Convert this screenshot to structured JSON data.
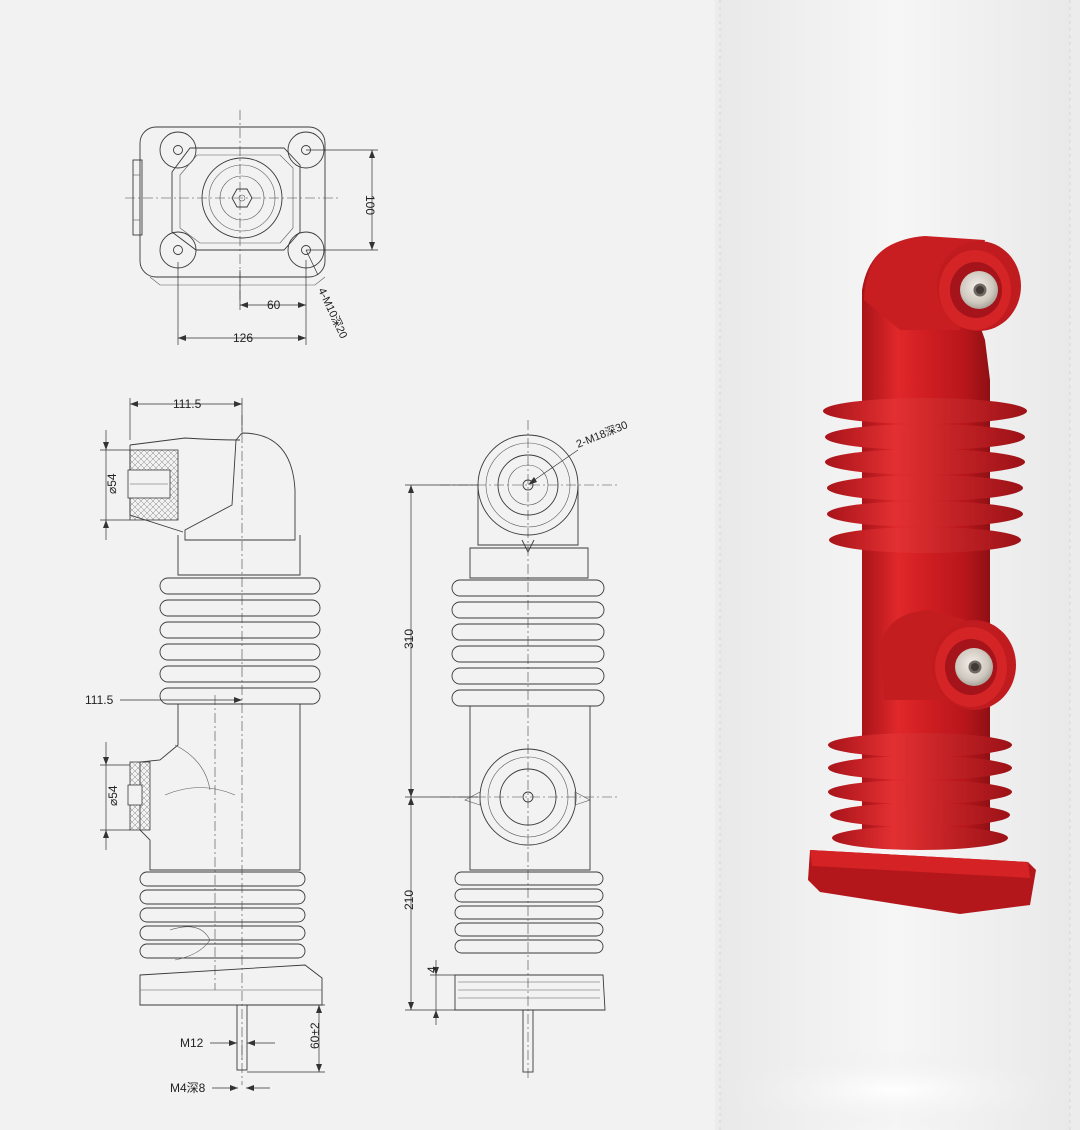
{
  "labels": {
    "top_100": "100",
    "top_60": "60",
    "top_126": "126",
    "top_m10": "4-M10深20",
    "side_1115_top": "111.5",
    "side_1115_mid": "111.5",
    "side_d54_top": "⌀54",
    "side_d54_bot": "⌀54",
    "side_m12": "M12",
    "side_m4": "M4深8",
    "side_60": "60±2",
    "front_m18": "2-M18深30",
    "front_310": "310",
    "front_210": "210",
    "front_4": "4"
  },
  "colors": {
    "insulator_red": "#d4201f",
    "insulator_dark": "#9e1414",
    "insert_metal": "#d9d4ce",
    "drawing_line": "#3a3a3a"
  }
}
